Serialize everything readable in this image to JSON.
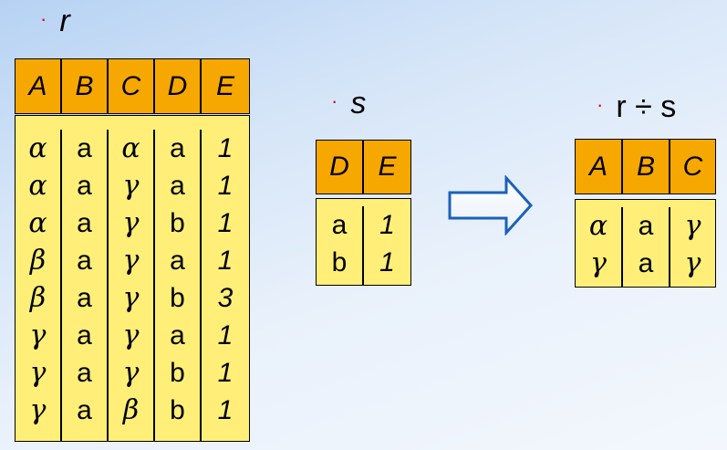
{
  "labels": {
    "bullet": "·",
    "r": "r",
    "s": "s",
    "result": "r ÷ s"
  },
  "colors": {
    "header": "#f7a800",
    "body": "#ffef78",
    "bullet": "#e0001c",
    "arrow_stroke": "#1a62b8"
  },
  "icons": {
    "arrow": "right-arrow-icon"
  },
  "r": {
    "headers": [
      "A",
      "B",
      "C",
      "D",
      "E"
    ],
    "rows": [
      [
        "α",
        "a",
        "α",
        "a",
        "1"
      ],
      [
        "α",
        "a",
        "γ",
        "a",
        "1"
      ],
      [
        "α",
        "a",
        "γ",
        "b",
        "1"
      ],
      [
        "β",
        "a",
        "γ",
        "a",
        "1"
      ],
      [
        "β",
        "a",
        "γ",
        "b",
        "3"
      ],
      [
        "γ",
        "a",
        "γ",
        "a",
        "1"
      ],
      [
        "γ",
        "a",
        "γ",
        "b",
        "1"
      ],
      [
        "γ",
        "a",
        "β",
        "b",
        "1"
      ]
    ]
  },
  "s": {
    "headers": [
      "D",
      "E"
    ],
    "rows": [
      [
        "a",
        "1"
      ],
      [
        "b",
        "1"
      ]
    ]
  },
  "result": {
    "headers": [
      "A",
      "B",
      "C"
    ],
    "rows": [
      [
        "α",
        "a",
        "γ"
      ],
      [
        "γ",
        "a",
        "γ"
      ]
    ]
  }
}
